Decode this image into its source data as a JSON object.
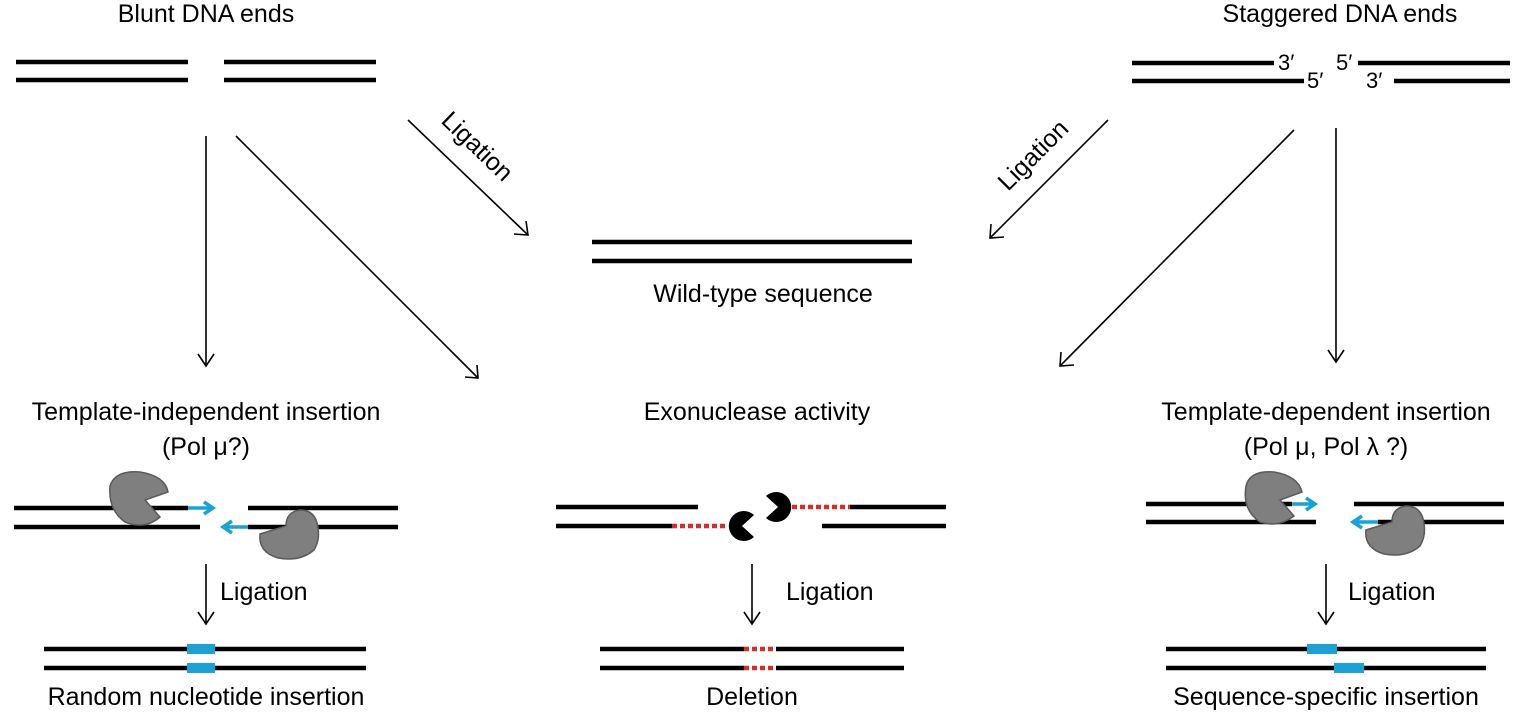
{
  "top": {
    "blunt_label": "Blunt DNA ends",
    "staggered_label": "Staggered DNA ends",
    "end_3prime_top": "3′",
    "end_5prime_bottom": "5′",
    "end_5prime_top": "5′",
    "end_3prime_bottom": "3′"
  },
  "center": {
    "ligation_left": "Ligation",
    "ligation_right": "Ligation",
    "wild_type_label": "Wild-type sequence"
  },
  "left_panel": {
    "title": "Template-independent insertion",
    "subtitle": "(Pol μ?)",
    "ligation": "Ligation",
    "result": "Random nucleotide insertion"
  },
  "middle_panel": {
    "title": "Exonuclease activity",
    "ligation": "Ligation",
    "result": "Deletion"
  },
  "right_panel": {
    "title": "Template-dependent insertion",
    "subtitle": "(Pol μ, Pol λ ?)",
    "ligation": "Ligation",
    "result": "Sequence-specific insertion"
  },
  "colors": {
    "dna": "#000000",
    "inserted_nucleotides": "#1ba1d6",
    "deleted_nucleotides": "#d22f27",
    "polymerase": "#7f7f7f",
    "exonuclease": "#000000"
  }
}
